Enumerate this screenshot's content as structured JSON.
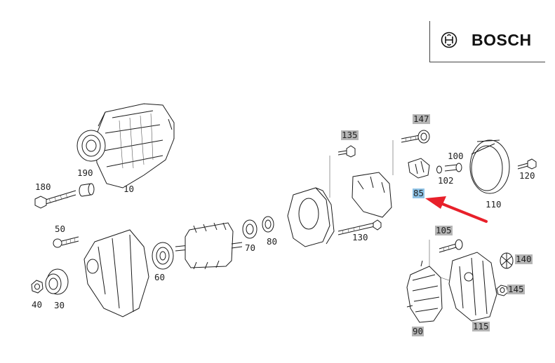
{
  "brand": {
    "name": "BOSCH",
    "logo_icon": "bosch-armature-logo-icon"
  },
  "colors": {
    "label_highlight": "#b5b5b5",
    "selected_highlight": "#8fc3e6",
    "arrow": "#e8202a"
  },
  "callouts": {
    "c10": "10",
    "c30": "30",
    "c40": "40",
    "c50": "50",
    "c60": "60",
    "c70": "70",
    "c80": "80",
    "c85": "85",
    "c90": "90",
    "c100": "100",
    "c102": "102",
    "c105": "105",
    "c110": "110",
    "c115": "115",
    "c120": "120",
    "c130": "130",
    "c135": "135",
    "c140": "140",
    "c145": "145",
    "c147": "147",
    "c180": "180",
    "c190": "190"
  },
  "selected_part": "85"
}
